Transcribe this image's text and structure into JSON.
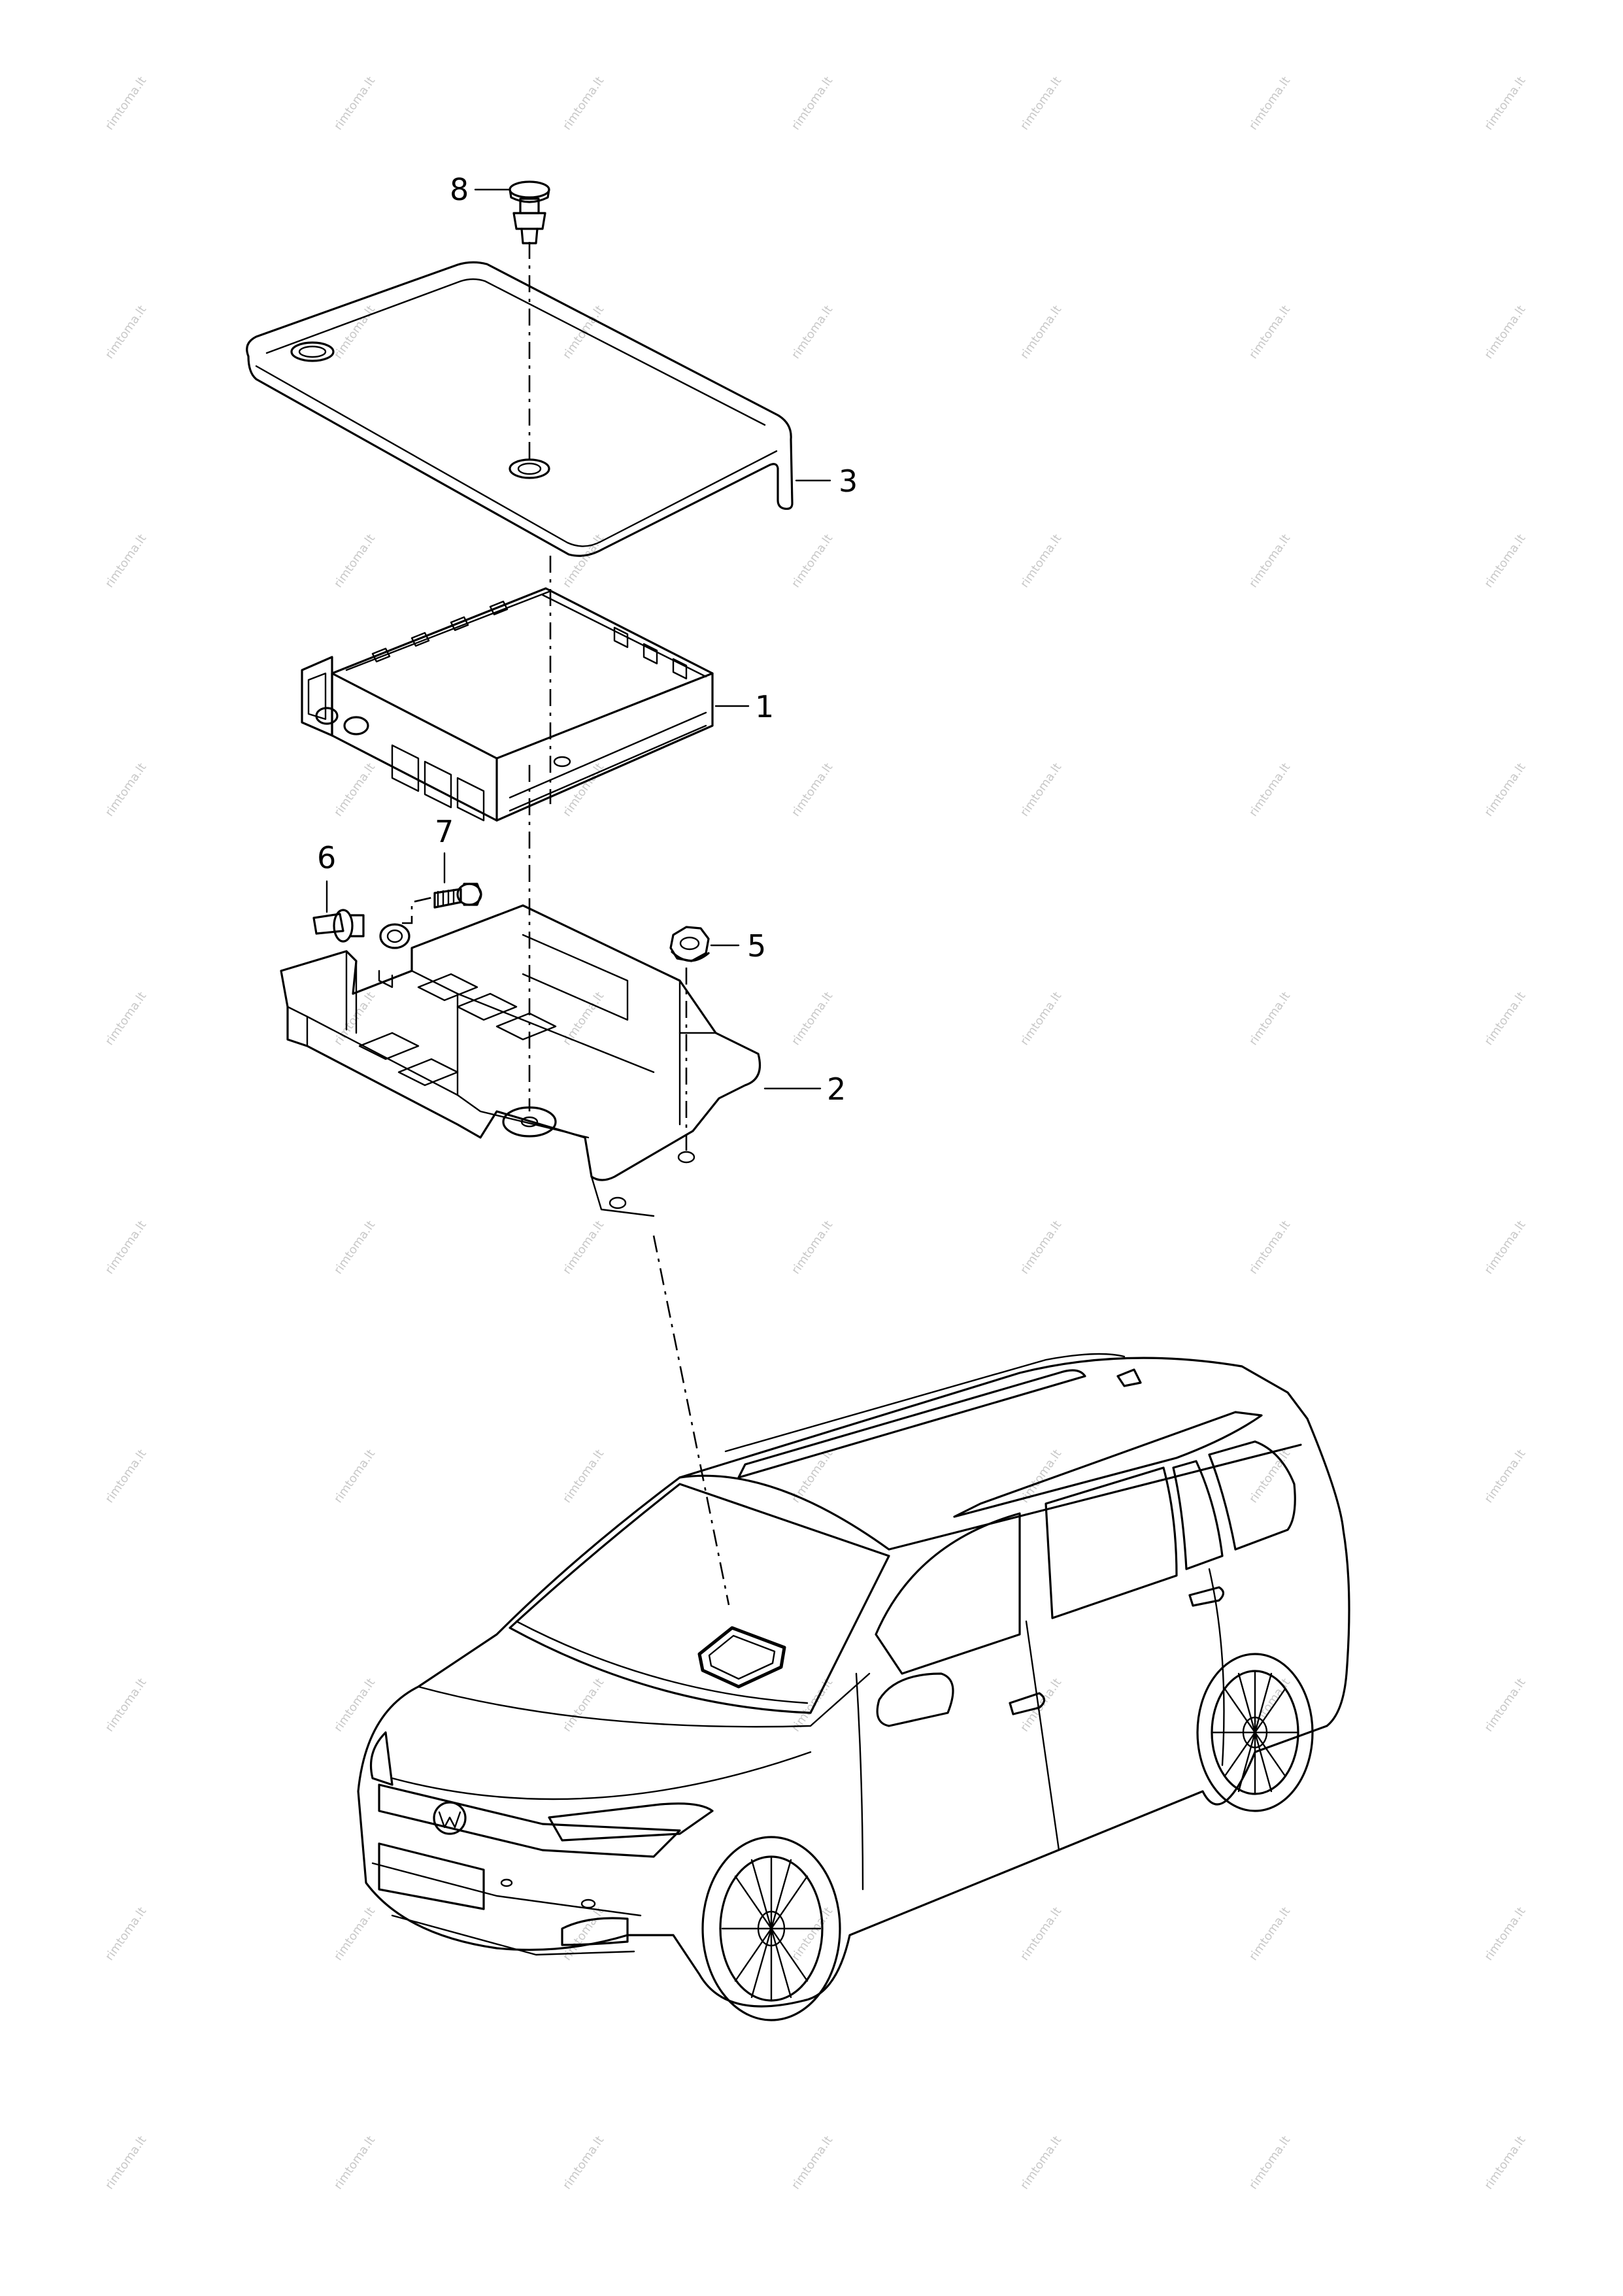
{
  "callouts": {
    "c1": "1",
    "c2": "2",
    "c3": "3",
    "c5": "5",
    "c6": "6",
    "c7": "7",
    "c8": "8"
  },
  "watermark": "rimtoma.lt",
  "colors": {
    "line": "#000000",
    "background": "#ffffff",
    "watermark": "#c8c8c8"
  }
}
